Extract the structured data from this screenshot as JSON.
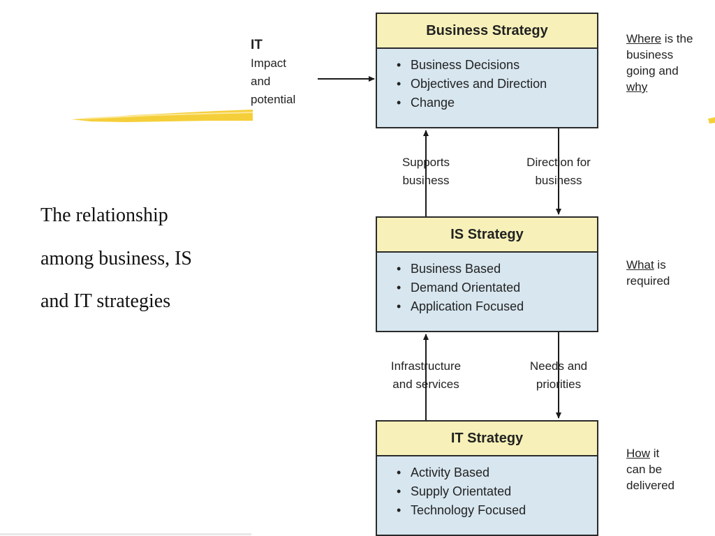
{
  "caption": [
    "The relationship",
    "among business, IS",
    "and IT strategies"
  ],
  "it_input": {
    "title": "IT",
    "lines": [
      "Impact",
      "and",
      "potential"
    ]
  },
  "boxes": [
    {
      "title": "Business Strategy",
      "items": [
        "Business Decisions",
        "Objectives and Direction",
        "Change"
      ]
    },
    {
      "title": "IS Strategy",
      "items": [
        "Business Based",
        "Demand Orientated",
        "Application Focused"
      ]
    },
    {
      "title": "IT Strategy",
      "items": [
        "Activity Based",
        "Supply Orientated",
        "Technology Focused"
      ]
    }
  ],
  "side_notes": [
    {
      "key": "Where",
      "rest_line1": " is the",
      "lines": [
        "business",
        "going and"
      ],
      "last": "why"
    },
    {
      "key": "What",
      "rest_line1": " is",
      "lines": [
        "required"
      ]
    },
    {
      "key": "How",
      "rest_line1": " it",
      "lines": [
        "can be",
        "delivered"
      ]
    }
  ],
  "connectors": {
    "upper_left": [
      "Supports",
      "business"
    ],
    "upper_right": [
      "Direction for",
      "business"
    ],
    "lower_left": [
      "Infrastructure",
      "and services"
    ],
    "lower_right": [
      "Needs and",
      "priorities"
    ]
  },
  "colors": {
    "header_fill": "#f7f1b9",
    "body_fill": "#d7e6ef",
    "accent_stroke": "#f2c418"
  }
}
